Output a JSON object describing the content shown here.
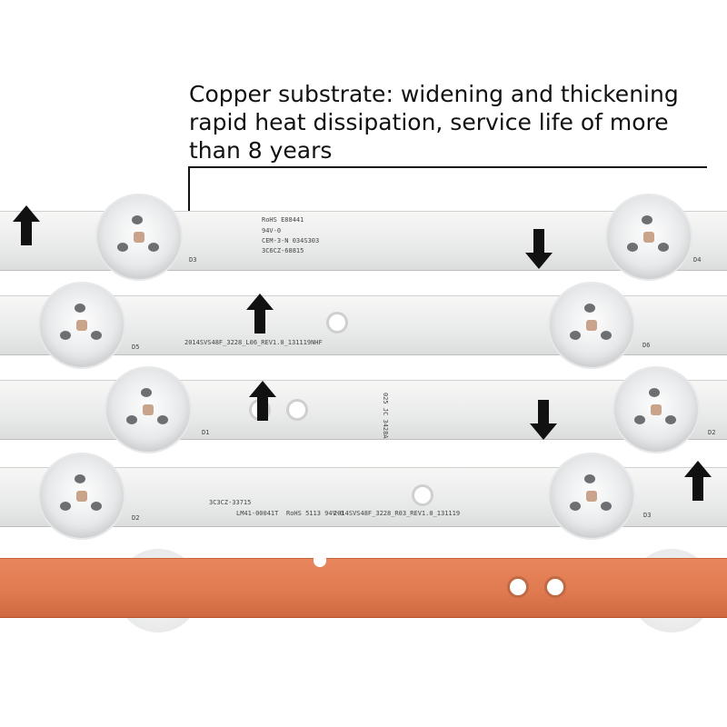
{
  "caption": {
    "line1": "Copper substrate: widening and thickening",
    "line2": "rapid heat dissipation, service life of more",
    "line3": "than 8 years"
  },
  "strip1": {
    "left_label": "D3",
    "right_label": "D4",
    "cert1": "RoHS E88441",
    "cert2": "94V-0",
    "cert3": "CEM-3-N 034S303",
    "cert4": "3C6CZ-68815"
  },
  "strip2": {
    "left_label": "D5",
    "right_label": "D6",
    "part": "2014SVS48F_3228_L06_REV1.0_131119NHF"
  },
  "strip3": {
    "left_label": "D1",
    "right_label": "D2",
    "stamp": "025 JC 3428A"
  },
  "strip4": {
    "left_label": "D2",
    "right_label": "D3",
    "code1": "3C3CZ-33715",
    "code2": "LM41-00041T",
    "cert": "RoHS 5113 94V-0",
    "part": "2014SVS48F_3228_R03_REV1.0_131119"
  },
  "icons": [
    "arrow-up-icon",
    "arrow-down-icon"
  ]
}
